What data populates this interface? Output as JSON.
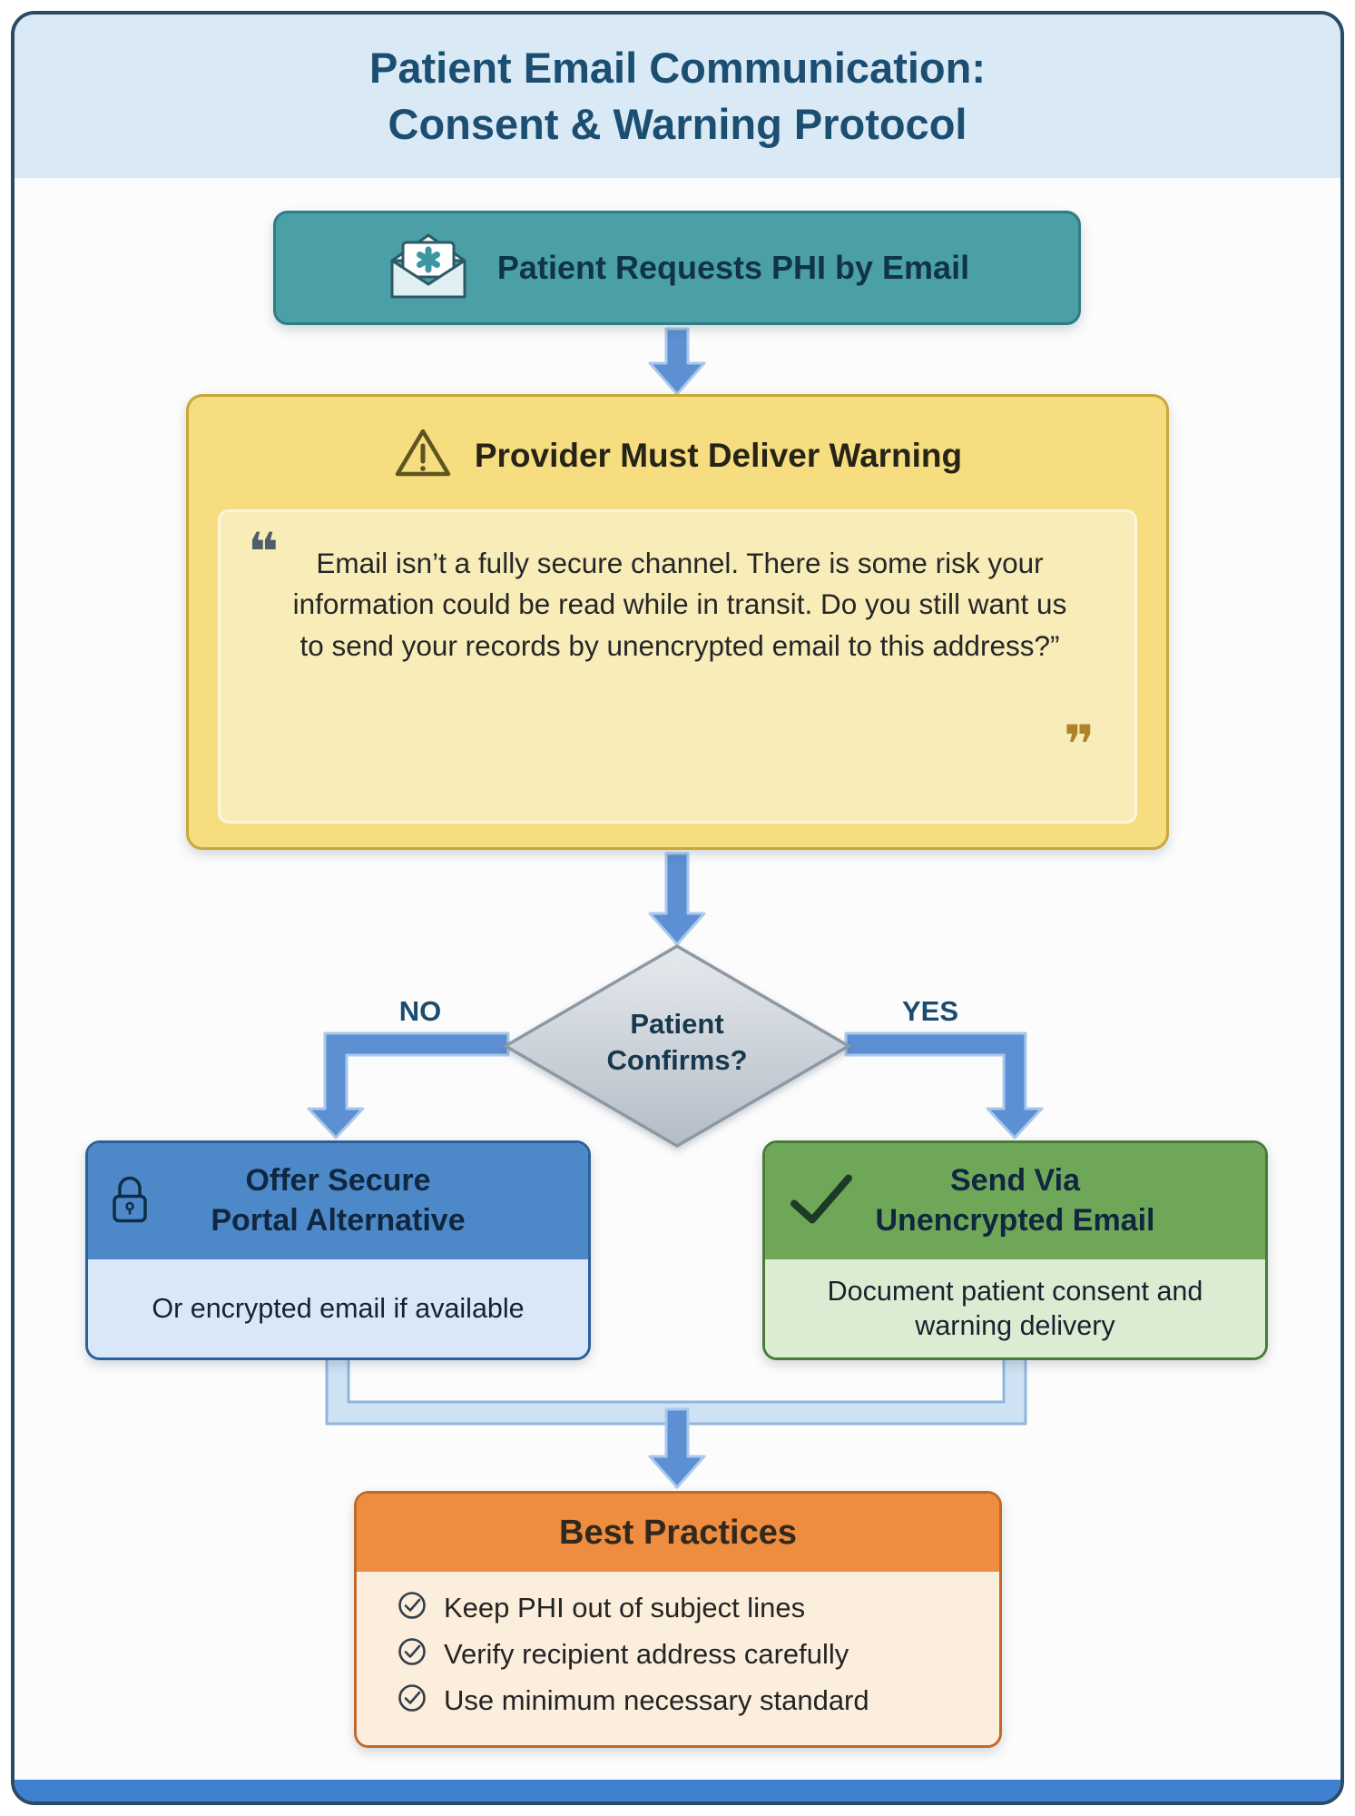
{
  "header": {
    "title_line1": "Patient Email Communication:",
    "title_line2": "Consent & Warning Protocol"
  },
  "request": {
    "label": "Patient Requests PHI by Email"
  },
  "warning": {
    "title": "Provider Must Deliver Warning",
    "open_quote": "❝",
    "close_quote": "❞",
    "quote": "Email isn’t a fully secure channel. There is some risk your information could be read while in transit. Do you still want us to send your records by unencrypted email to this address?”"
  },
  "decision": {
    "line1": "Patient",
    "line2": "Confirms?",
    "no_label": "NO",
    "yes_label": "YES"
  },
  "no_branch": {
    "title_line1": "Offer Secure",
    "title_line2": "Portal Alternative",
    "subtext": "Or encrypted email if available"
  },
  "yes_branch": {
    "title_line1": "Send Via",
    "title_line2": "Unencrypted Email",
    "subtext": "Document patient consent and warning delivery"
  },
  "best_practices": {
    "title": "Best Practices",
    "items": [
      {
        "text": "Keep PHI out of subject lines"
      },
      {
        "text": "Verify recipient address carefully"
      },
      {
        "text": "Use minimum necessary standard"
      }
    ]
  },
  "colors": {
    "frame_border": "#2a4a66",
    "header_bg": "#d9eaf6",
    "title_text": "#1c4e72",
    "request_bg": "#4aa0a6",
    "warning_bg": "#f6dd7f",
    "quote_bg": "#f8ecb9",
    "arrow_blue": "#5d8fd3",
    "diamond_gray": "#c3cad2",
    "no_box_header": "#4d88c9",
    "yes_box_header": "#6fa758",
    "best_practices_header": "#ee8c40",
    "footer_bar": "#3f80d1"
  }
}
